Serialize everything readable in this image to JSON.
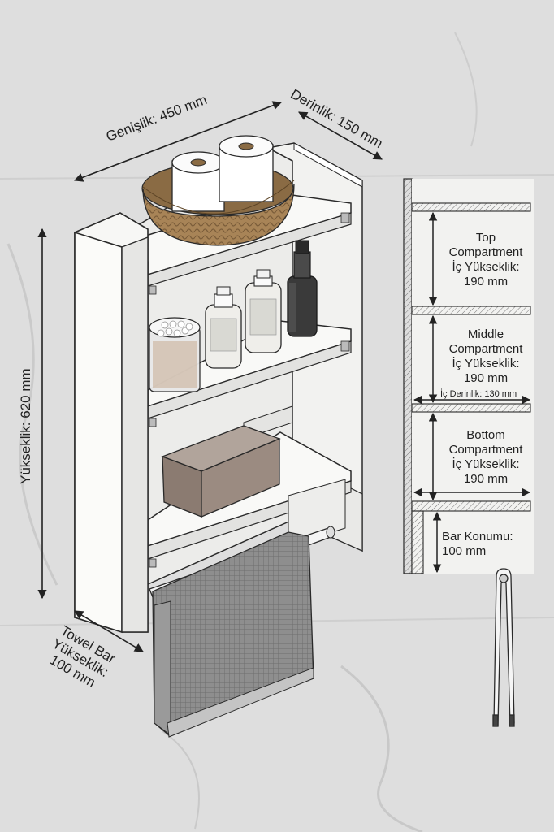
{
  "dimensions": {
    "width_label": "Genişlik: 450 mm",
    "depth_label": "Derinlik: 150 mm",
    "height_label": "Yükseklik: 620 mm",
    "towel_bar": [
      "Towel Bar",
      "Yükseklik:",
      "100 mm"
    ]
  },
  "side_view": {
    "top": [
      "Top",
      "Compartment",
      "İç Yükseklik:",
      "190 mm"
    ],
    "middle": [
      "Middle",
      "Compartment",
      "İç Yükseklik:",
      "190 mm"
    ],
    "inner_depth": "İç Derinlik: 130 mm",
    "bottom": [
      "Bottom",
      "Compartment",
      "İç Yükseklik:",
      "190 mm"
    ],
    "bar_position": [
      "Bar Konumu:",
      "100 mm"
    ]
  },
  "colors": {
    "wall": "#dcdcda",
    "cabinet": "#f7f7f5",
    "outline": "#2a2a2a",
    "basket": "#a88457",
    "towel": "#8c8c8c",
    "box": "#9b8b81",
    "bottle_dark": "#3a3a3a"
  }
}
